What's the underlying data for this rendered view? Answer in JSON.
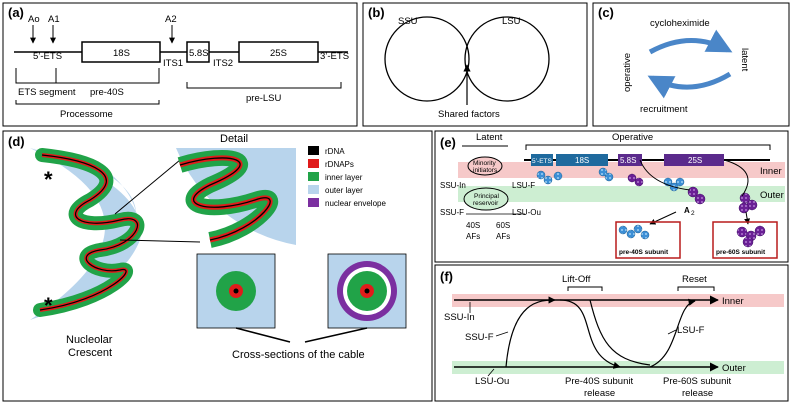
{
  "panel_a": {
    "label": "(a)",
    "sites": [
      "Ao",
      "A1",
      "A2"
    ],
    "segments": [
      "5’-ETS",
      "18S",
      "ITS1",
      "5.8S",
      "ITS2",
      "25S",
      "3’-ETS"
    ],
    "ets_segment": "ETS segment",
    "pre40s": "pre-40S",
    "processome": "Processome",
    "prelsu": "pre-LSU"
  },
  "panel_b": {
    "label": "(b)",
    "ssu": "SSU",
    "lsu": "LSU",
    "shared": "Shared factors"
  },
  "panel_c": {
    "label": "(c)",
    "top": "cycloheximide",
    "left": "operative",
    "right": "latent",
    "bottom": "recruitment"
  },
  "panel_d": {
    "label": "(d)",
    "detail": "Detail",
    "legend": [
      {
        "text": "rDNA",
        "color": "#000000"
      },
      {
        "text": "rDNAPs",
        "color": "#e01b1b"
      },
      {
        "text": "inner layer",
        "color": "#21a348"
      },
      {
        "text": "outer layer",
        "color": "#b8d4ec"
      },
      {
        "text": "nuclear envelope",
        "color": "#7b2fa0"
      }
    ],
    "crescent_line1": "Nucleolar",
    "crescent_line2": "Crescent",
    "cross": "Cross-sections of the cable",
    "asterisk": "*"
  },
  "panel_e": {
    "label": "(e)",
    "latent": "Latent",
    "operative": "Operative",
    "minority": "Minority",
    "initiators": "initiators",
    "principal": "Principal",
    "reservoir": "reservoir",
    "ssu_in": "SSU-In",
    "lsu_f": "LSU-F",
    "ssu_f": "SSU-F",
    "lsu_ou": "LSU-Ou",
    "af40_1": "40S",
    "af40_2": "AFs",
    "af60_1": "60S",
    "af60_2": "AFs",
    "bar_labels": [
      "5’-ETS",
      "18S",
      "5.8S",
      "25S"
    ],
    "inner": "Inner",
    "outer": "Outer",
    "a2": "A",
    "a2_sub": "2",
    "pre40": "pre-40S subunit",
    "pre60": "pre-60S subunit"
  },
  "panel_f": {
    "label": "(f)",
    "liftoff": "Lift-Off",
    "reset": "Reset",
    "inner": "Inner",
    "outer": "Outer",
    "ssu_in": "SSU-In",
    "ssu_f": "SSU-F",
    "lsu_f": "LSU-F",
    "lsu_ou": "LSU-Ou",
    "rel40_1": "Pre-40S subunit",
    "rel40_2": "release",
    "rel60_1": "Pre-60S subunit",
    "rel60_2": "release"
  },
  "colors": {
    "inner_band": "#f6c9c9",
    "outer_band": "#cdeed2",
    "cycle_arrow": "#4a86c8",
    "blue_box": "#1f6a9e",
    "purple_box": "#5b2a8c",
    "release_box": "#b81c1c"
  }
}
